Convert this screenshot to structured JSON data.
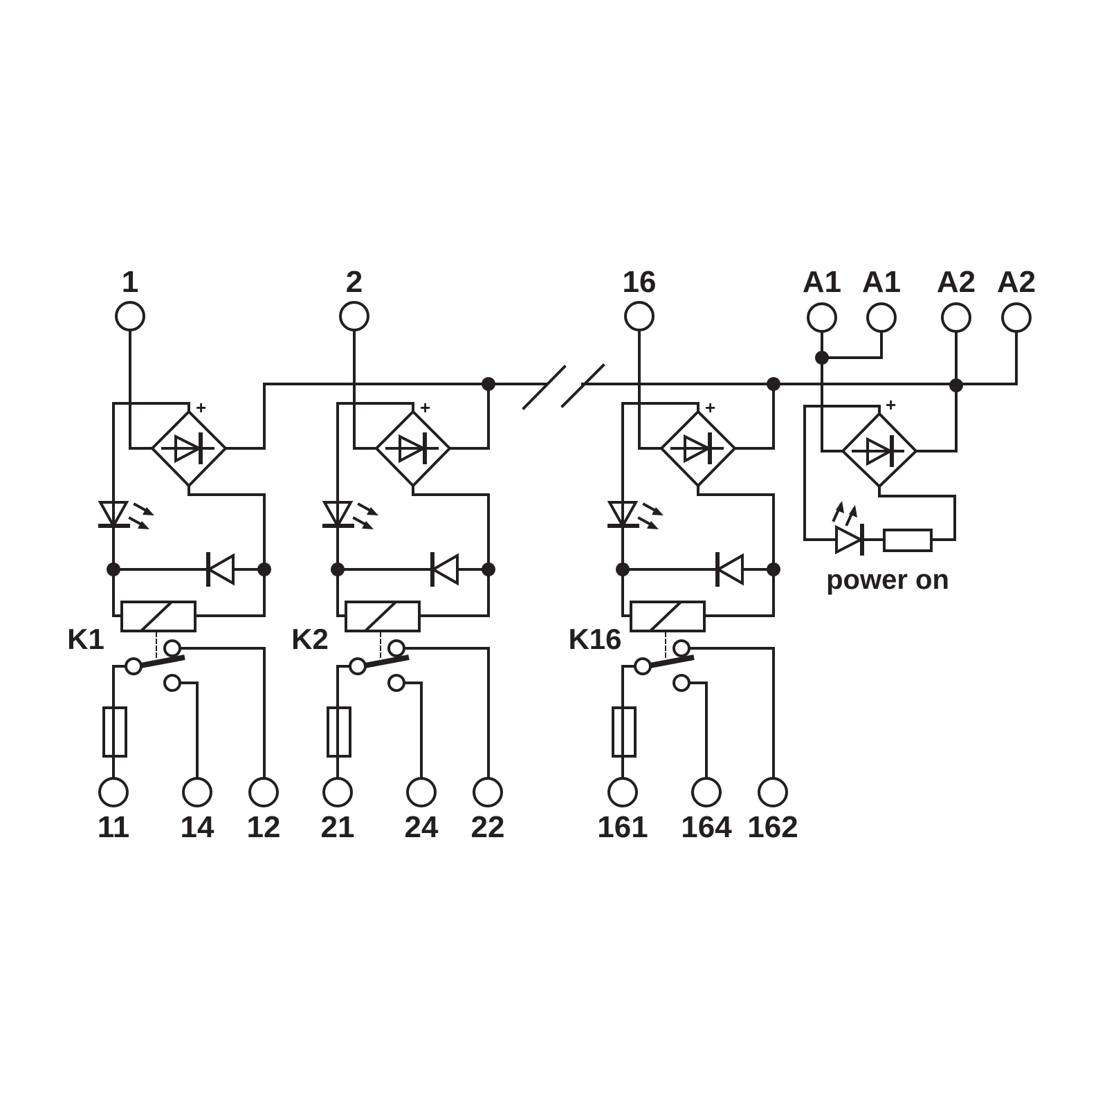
{
  "diagram": {
    "stroke_color": "#231f20",
    "channels": [
      {
        "input": "1",
        "relay": "K1",
        "outputs": [
          "11",
          "14",
          "12"
        ]
      },
      {
        "input": "2",
        "relay": "K2",
        "outputs": [
          "21",
          "24",
          "22"
        ]
      },
      {
        "input": "16",
        "relay": "K16",
        "outputs": [
          "161",
          "164",
          "162"
        ]
      }
    ],
    "supply_terminals": [
      "A1",
      "A1",
      "A2",
      "A2"
    ],
    "bridge_plus": "+",
    "power_led_label": "power on"
  }
}
